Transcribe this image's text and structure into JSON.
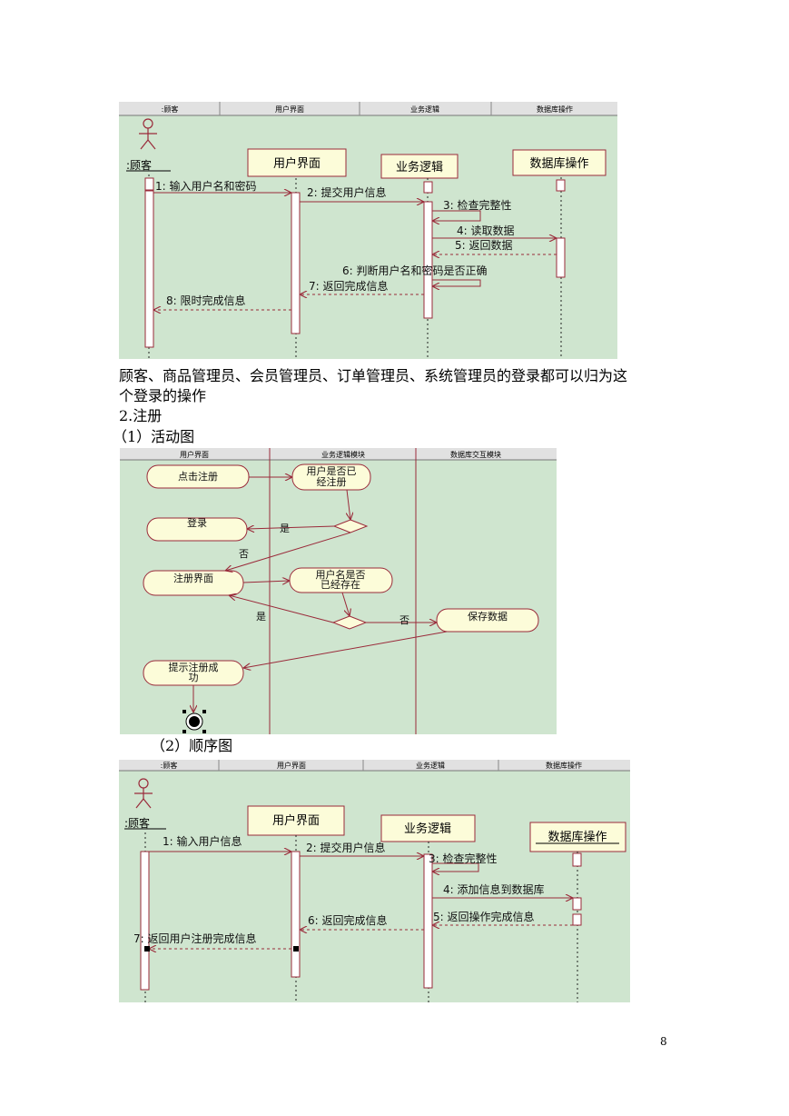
{
  "login_sequence": {
    "headers": [
      ":顾客",
      "用户界面",
      "业务逻辑",
      "数据库操作"
    ],
    "actor": ":顾客",
    "boxes": [
      "用户界面",
      "业务逻辑",
      "数据库操作"
    ],
    "messages": [
      "1: 输入用户名和密码",
      "2: 提交用户信息",
      "3: 检查完整性",
      "4: 读取数据",
      "5: 返回数据",
      "6: 判断用户名和密码是否正确",
      "7: 返回完成信息",
      "8: 限时完成信息"
    ]
  },
  "text": {
    "para1_line1": "顾客、商品管理员、会员管理员、订单管理员、系统管理员的登录都可以归为这",
    "para1_line2": "个登录的操作",
    "heading_register": "2.注册",
    "sub_activity": "（1）活动图",
    "sub_sequence": "（2）顺序图",
    "page_number": "8"
  },
  "activity": {
    "headers": [
      "用户界面",
      "业务逻辑模块",
      "数据库交互模块"
    ],
    "nodes": {
      "click_register": "点击注册",
      "check_registered_1": "用户是否已",
      "check_registered_2": "经注册",
      "login": "登录",
      "register_ui": "注册界面",
      "check_name_1": "用户名是否",
      "check_name_2": "已经存在",
      "save_data": "保存数据",
      "success_1": "提示注册成",
      "success_2": "功"
    },
    "guards": {
      "yes1": "是",
      "no1": "否",
      "yes2": "是",
      "no2": "否"
    }
  },
  "register_sequence": {
    "headers": [
      ":顾客",
      "用户界面",
      "业务逻辑",
      "数据库操作"
    ],
    "actor": ":顾客",
    "boxes": [
      "用户界面",
      "业务逻辑",
      "数据库操作"
    ],
    "messages": [
      "1: 输入用户信息",
      "2: 提交用户信息",
      "3: 检查完整性",
      "4: 添加信息到数据库",
      "5: 返回操作完成信息",
      "6: 返回完成信息",
      "7: 返回用户注册完成信息"
    ]
  }
}
